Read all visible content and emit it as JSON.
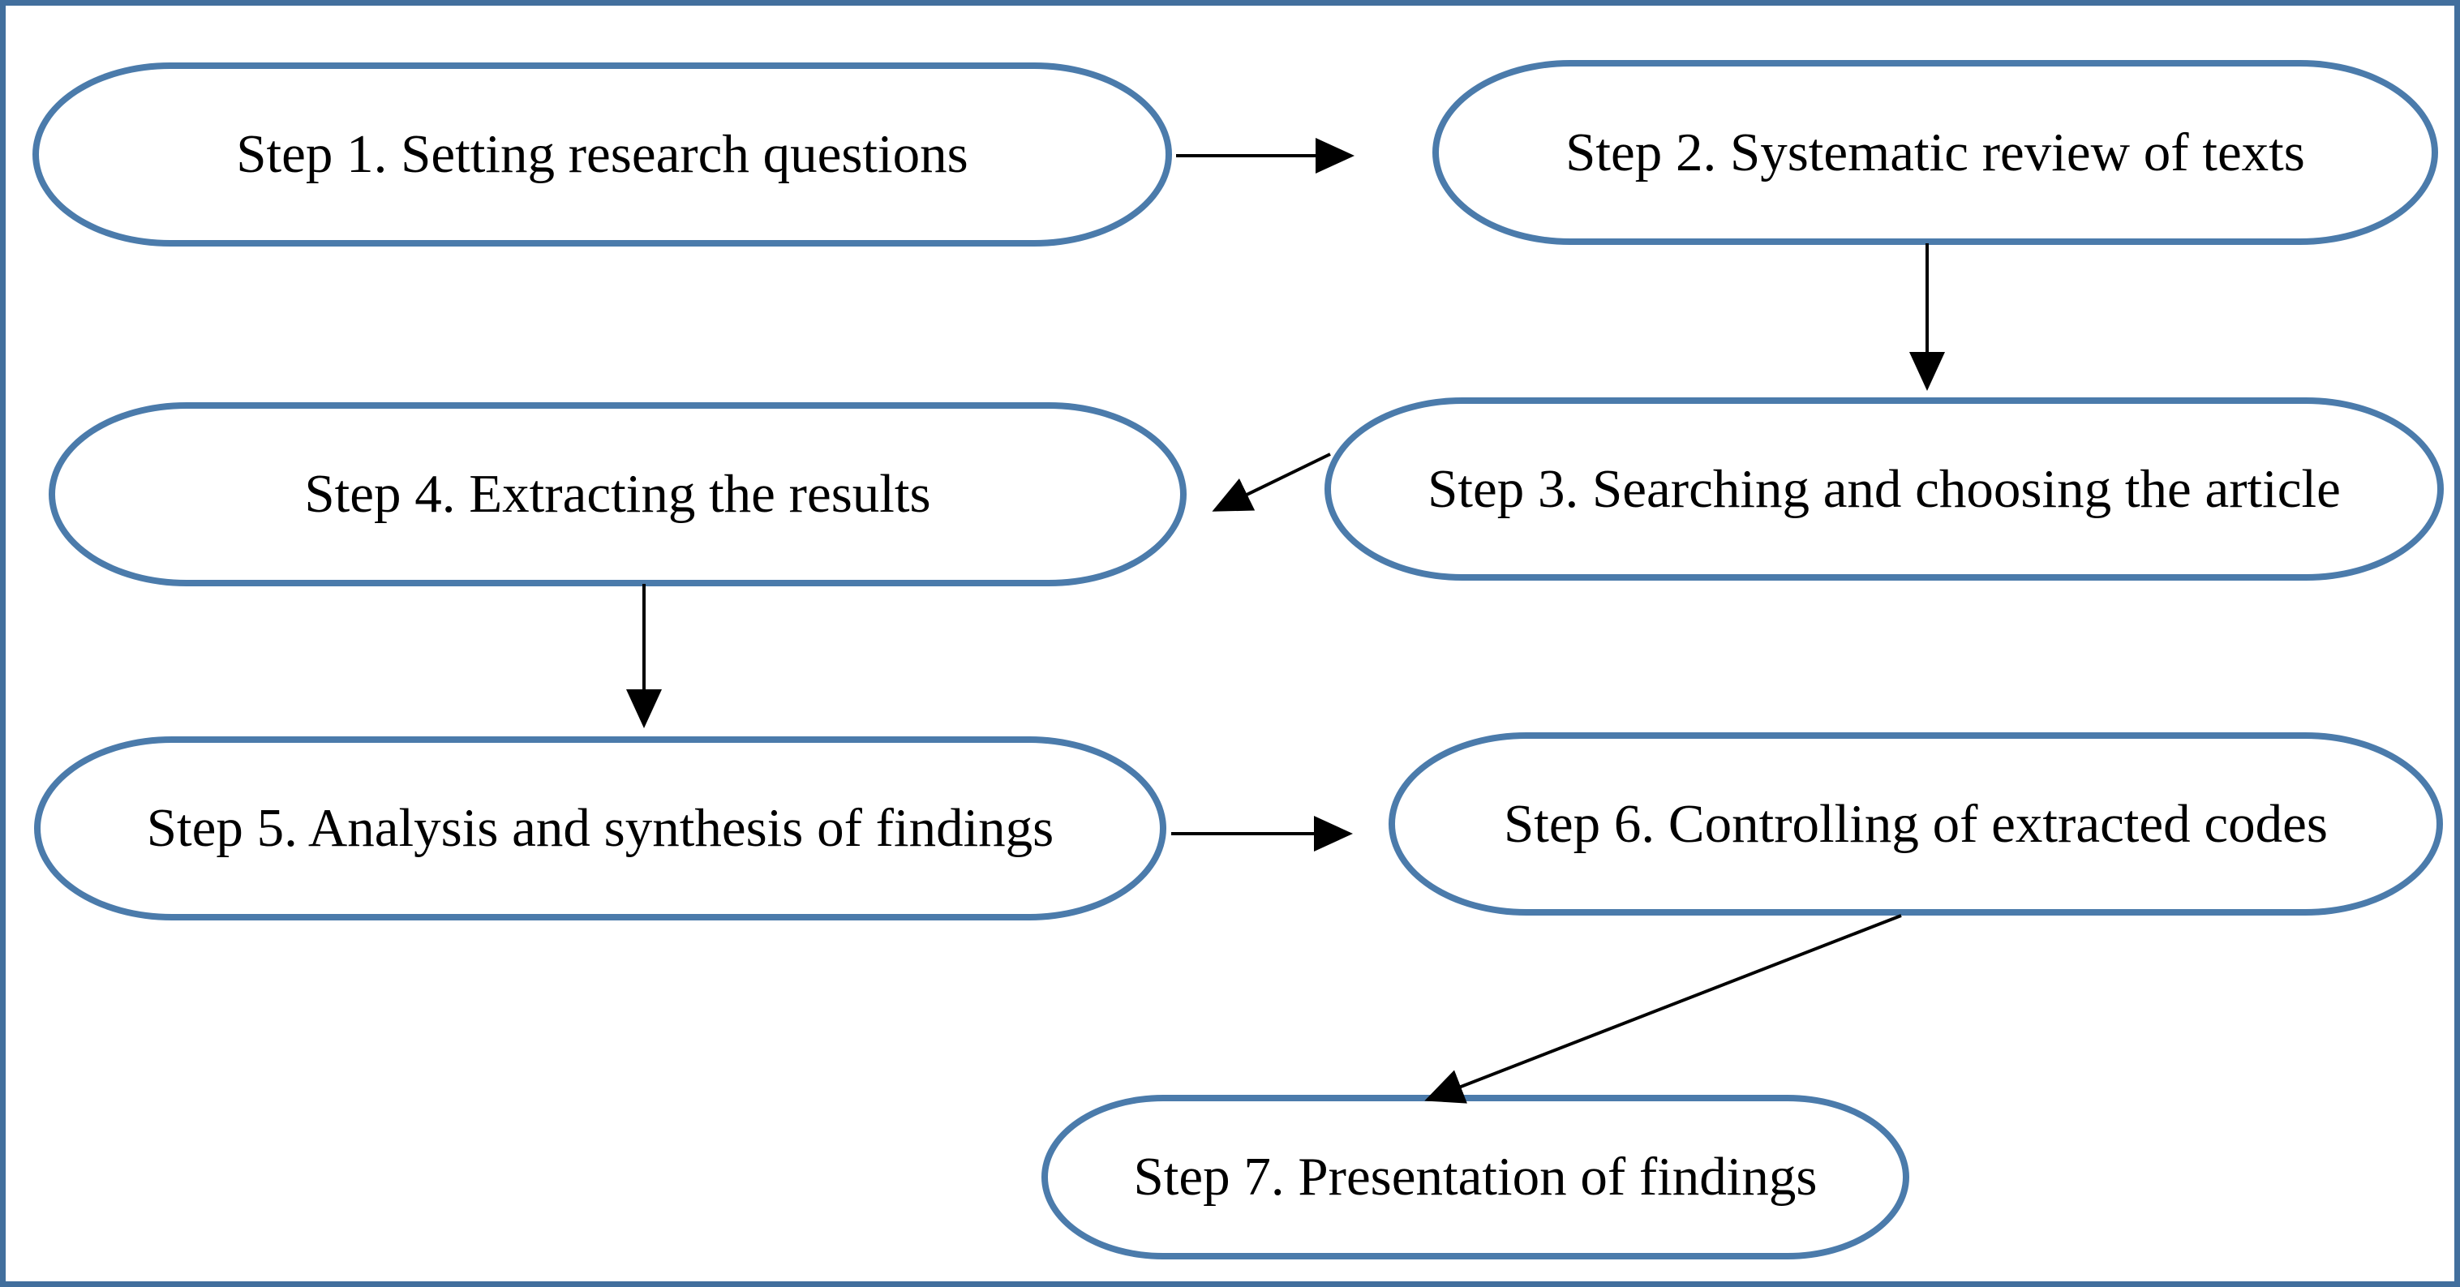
{
  "figure": {
    "type": "flowchart",
    "description": "Seven-step research process flow diagram"
  },
  "colors": {
    "frame": "#426f9d",
    "shape-border": "#4b7bab",
    "arrow": "#000000",
    "text": "#000000",
    "background": "#ffffff"
  },
  "steps": [
    {
      "id": 1,
      "label": "Step 1. Setting research questions"
    },
    {
      "id": 2,
      "label": "Step 2. Systematic review of texts"
    },
    {
      "id": 3,
      "label": "Step 3. Searching and choosing the article"
    },
    {
      "id": 4,
      "label": "Step 4. Extracting the results"
    },
    {
      "id": 5,
      "label": "Step 5. Analysis and synthesis of findings"
    },
    {
      "id": 6,
      "label": "Step 6. Controlling of extracted codes"
    },
    {
      "id": 7,
      "label": "Step 7. Presentation of findings"
    }
  ],
  "connections": [
    {
      "from": "Step 1",
      "to": "Step 2",
      "direction": "right"
    },
    {
      "from": "Step 2",
      "to": "Step 3",
      "direction": "down"
    },
    {
      "from": "Step 3",
      "to": "Step 4",
      "direction": "down-left"
    },
    {
      "from": "Step 4",
      "to": "Step 5",
      "direction": "down"
    },
    {
      "from": "Step 5",
      "to": "Step 6",
      "direction": "right"
    },
    {
      "from": "Step 6",
      "to": "Step 7",
      "direction": "down-left"
    }
  ]
}
